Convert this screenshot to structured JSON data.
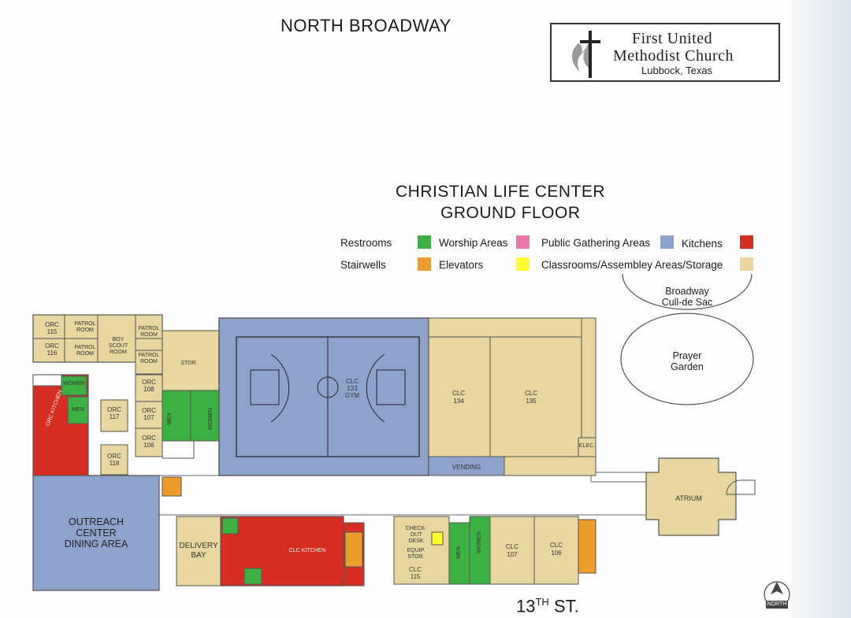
{
  "streets": {
    "north": "NORTH BROADWAY",
    "south_main": "13",
    "south_sup": "TH",
    "south_suffix": " ST."
  },
  "logo": {
    "line1": "First United",
    "line2": "Methodist Church",
    "line3": "Lubbock, Texas"
  },
  "title": {
    "line1": "CHRISTIAN LIFE CENTER",
    "line2": "GROUND FLOOR"
  },
  "legend": [
    {
      "label": "Restrooms",
      "color": "#3cb043"
    },
    {
      "label": "Worship Areas",
      "color": "#e878a8"
    },
    {
      "label": "Public Gathering Areas",
      "color": "#8ea3cc"
    },
    {
      "label": "Kitchens",
      "color": "#d62e24"
    },
    {
      "label": "Stairwells",
      "color": "#ef9c2e"
    },
    {
      "label": "Elevators",
      "color": "#ffff33"
    },
    {
      "label": "Classrooms/Assembley Areas/Storage",
      "color": "#e8d7a0"
    }
  ],
  "outdoor": {
    "cul_de_sac_1": "Broadway",
    "cul_de_sac_2": "Cull-de Sac",
    "garden_1": "Prayer",
    "garden_2": "Garden"
  },
  "rooms": {
    "orc115": "ORC\n115",
    "orc116": "ORC\n116",
    "patrol1": "PATROL\nROOM",
    "patrol2": "PATROL\nROOM",
    "patrol3": "PATROL\nROOM",
    "patrol4": "PATROL\nROOM",
    "boyscout": "BOY\nSCOUT\nROOM",
    "orc108": "ORC\n108",
    "orc107": "ORC\n107",
    "orc106": "ORC\n106",
    "orc117": "ORC\n117",
    "orc118": "ORC\n118",
    "women1": "WOMEN",
    "men1": "MEN",
    "orc_kitchen": "ORC KITCHEN",
    "stor": "STOR.",
    "men2": "MEN",
    "women2": "WOMEN",
    "gym": "CLC\n133\nGYM",
    "clc134": "CLC\n134",
    "clc135": "CLC\n135",
    "elec": "ELEC.",
    "vending": "VENDING",
    "outreach": "OUTREACH\nCENTER\nDINING AREA",
    "delivery": "DELIVERY\nBAY",
    "clc_kitchen": "CLC KITCHEN",
    "checkout": "CHECK-OUT\nDESK",
    "equip": "EQUIP.\nSTOR.",
    "clc115": "CLC\n115",
    "men3": "MEN",
    "women3": "WOMEN",
    "clc107": "CLC\n107",
    "clc106": "CLC\n106",
    "atrium": "ATRIUM"
  },
  "compass_label": "NORTH"
}
